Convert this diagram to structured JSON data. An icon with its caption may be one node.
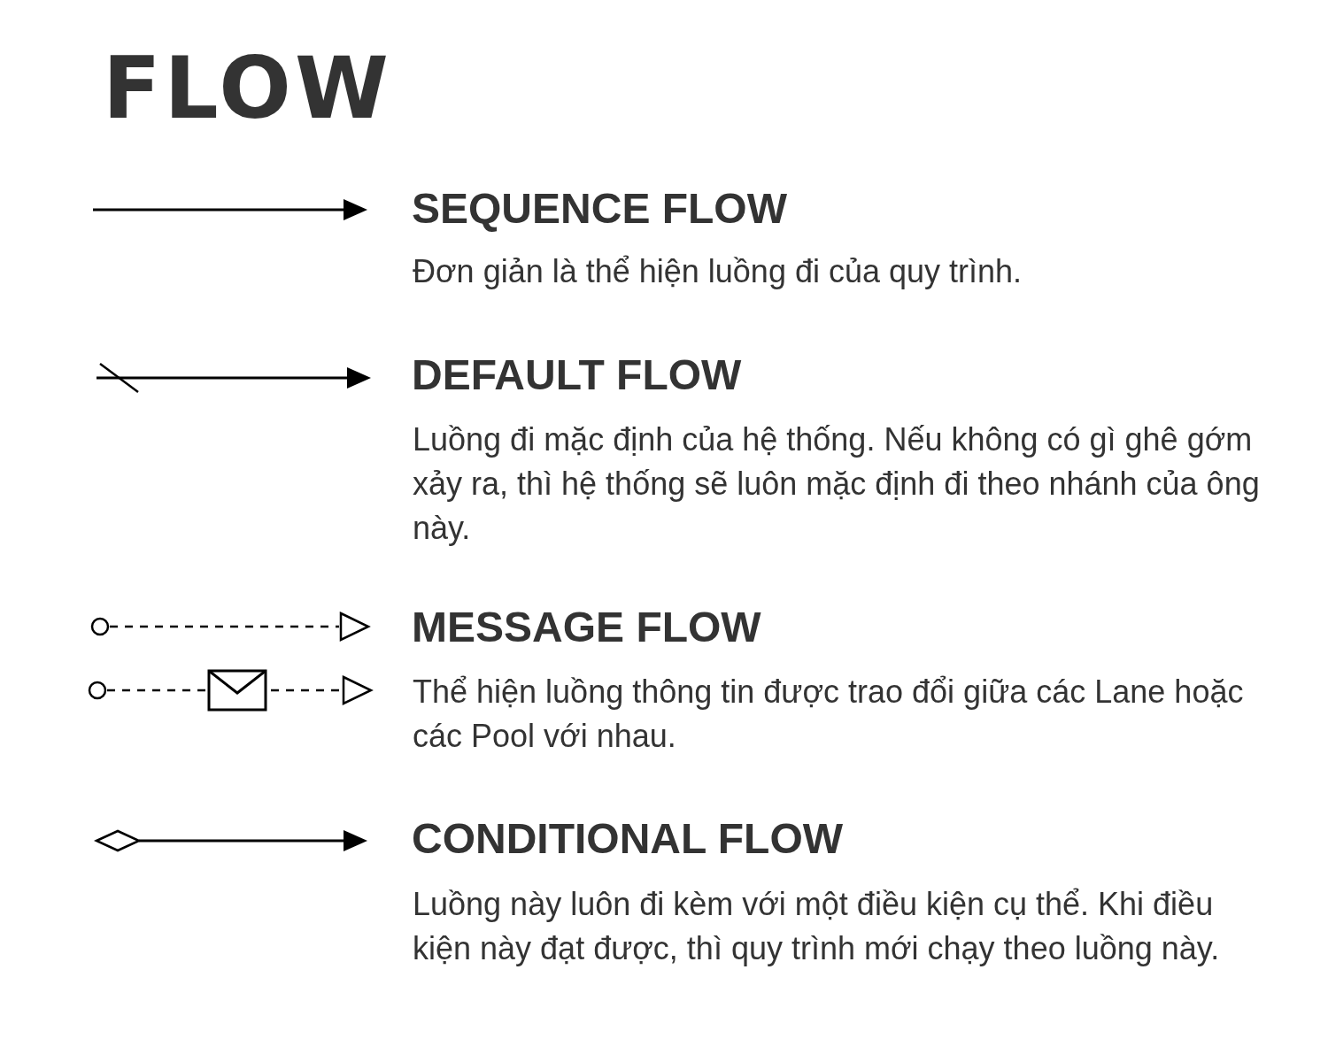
{
  "diagram": {
    "title": "FLOW",
    "legend": [
      {
        "text": "SEQUENCE FLOW"
      },
      {
        "text": "DEFAULT FLOW"
      },
      {
        "text": "MESSAGE FLOW"
      },
      {
        "text": "CONDITIONAL FLOW"
      }
    ],
    "labels": [
      "Đơn giản là thể hiện luồng đi của quy trình.",
      "Luồng đi mặc định của hệ thống. Nếu không có gì ghê gớm xảy ra, thì hệ thống sẽ luôn mặc định đi theo nhánh của ông này.",
      "Thể hiện luồng thông tin được trao đổi giữa các Lane hoặc các Pool với nhau.",
      "Luồng này luôn đi kèm với một điều kiện cụ thể. Khi điều kiện này đạt được, thì quy trình mới chạy theo luồng này."
    ]
  }
}
